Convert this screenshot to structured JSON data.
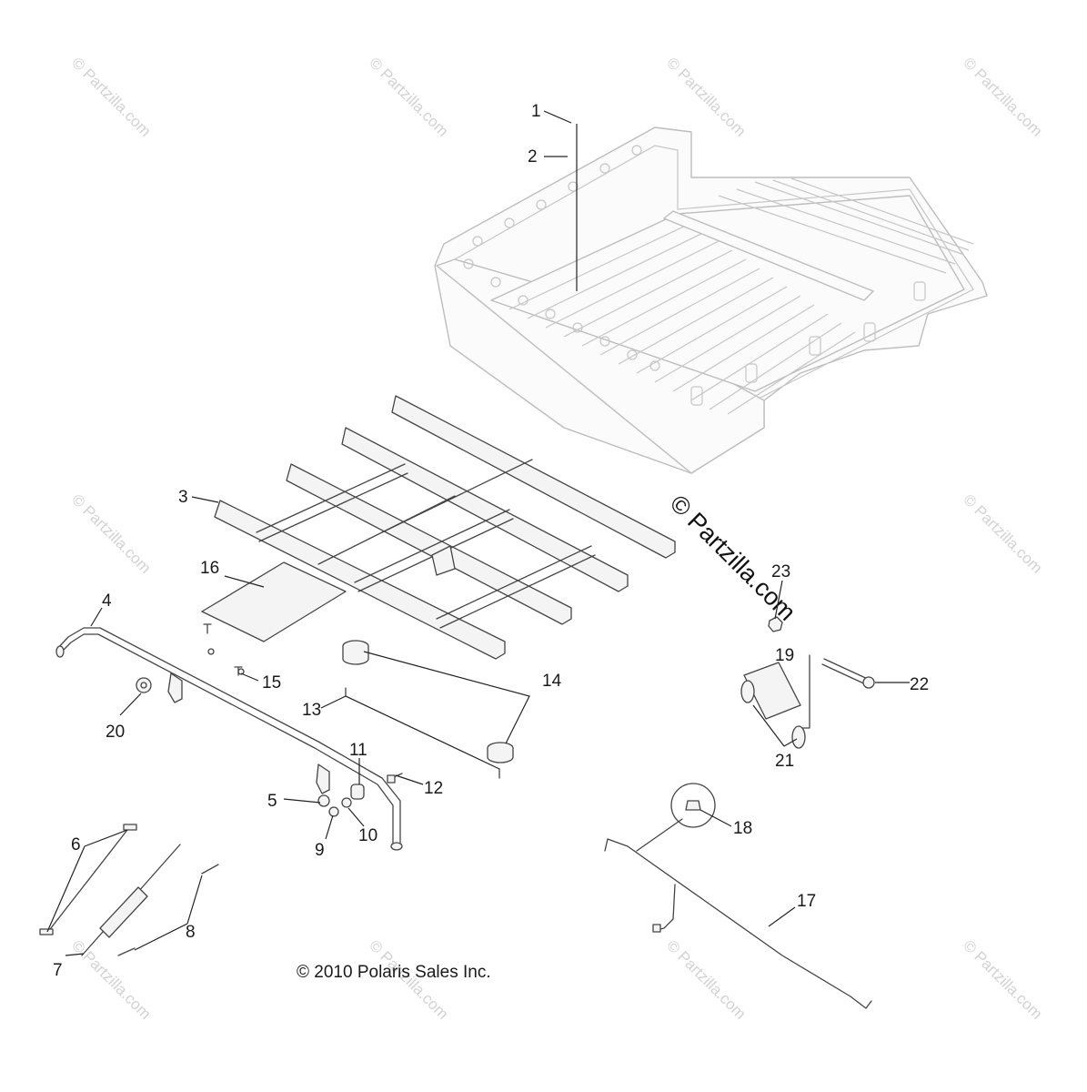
{
  "diagram": {
    "callouts": [
      "1",
      "2",
      "3",
      "4",
      "5",
      "6",
      "7",
      "8",
      "9",
      "10",
      "11",
      "12",
      "13",
      "14",
      "15",
      "16",
      "17",
      "18",
      "19",
      "20",
      "21",
      "22",
      "23"
    ],
    "watermark": "© Partzilla.com",
    "copyright": "© 2010 Polaris Sales Inc."
  }
}
